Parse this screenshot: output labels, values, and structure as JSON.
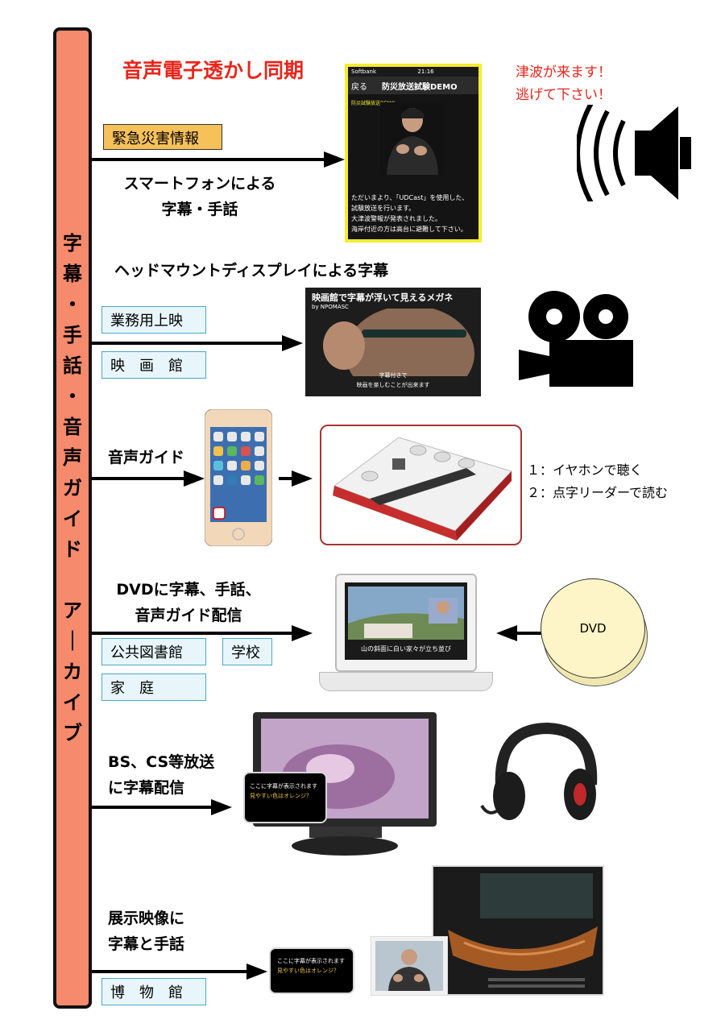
{
  "title": "音声電子透かし同期",
  "pillar_text": "字\n幕\n・\n手\n話\n・\n音\n声\nガ\nイ\nド\n\nア\n｜\nカ\nイ\nブ",
  "tsunami_text": "津波が来ます！\n逃げて下さい！",
  "emergency_label": "緊急災害情報",
  "smartphone_caption": "スマートフォンによる\n字幕・手話",
  "phone": {
    "carrier": "Softbank",
    "time": "21:16",
    "back": "戻る",
    "title": "防災放送試験DEMO",
    "small_label": "防災試験放送DEMO",
    "body": "ただいまより、「UDCast」を使用した、\n試験放送を行います。\n大津波警報が発表されました。\n海岸付近の方は高台に避難して下さい。"
  },
  "hmd_caption": "ヘッドマウントディスプレイによる字幕",
  "business_label": "業務用上映",
  "cinema_label": "映　画　館",
  "movie": {
    "headline": "映画館で字幕が浮いて見えるメガネ",
    "by": "by NPOMASC",
    "subtitle": "字幕付きで\n映画を楽しむことが出来ます"
  },
  "audio_guide_label": "音声ガイド",
  "audio_notes": "１：イヤホンで聴く\n２：点字リーダーで読む",
  "dvd_caption": "DVDに字幕、手話、\n音声ガイド配信",
  "library_label": "公共図書館",
  "school_label": "学校",
  "home_label": "家　庭",
  "laptop_subtitle": "山の斜面に白い家々が立ち並び",
  "dvd_disc_label": "DVD",
  "bs_caption": "BS、CS等放送\nに字幕配信",
  "tv_phone": {
    "line1": "ここに字幕が表示されます",
    "line2": "見やすい色はオレンジ？"
  },
  "exhibit_caption": "展示映像に\n字幕と手話",
  "museum_label": "博　物　館",
  "museum_phone": {
    "line1": "ここに字幕が表示されます",
    "line2": "見やすい色はオレンジ？"
  },
  "colors": {
    "pillar": "#f68a6c",
    "title_red": "#e8261c",
    "phone_border": "#f6ec2f",
    "label_blue_border": "#4aa8c8",
    "label_yellow": "#f7c15a",
    "braille_frame": "#a33333"
  }
}
